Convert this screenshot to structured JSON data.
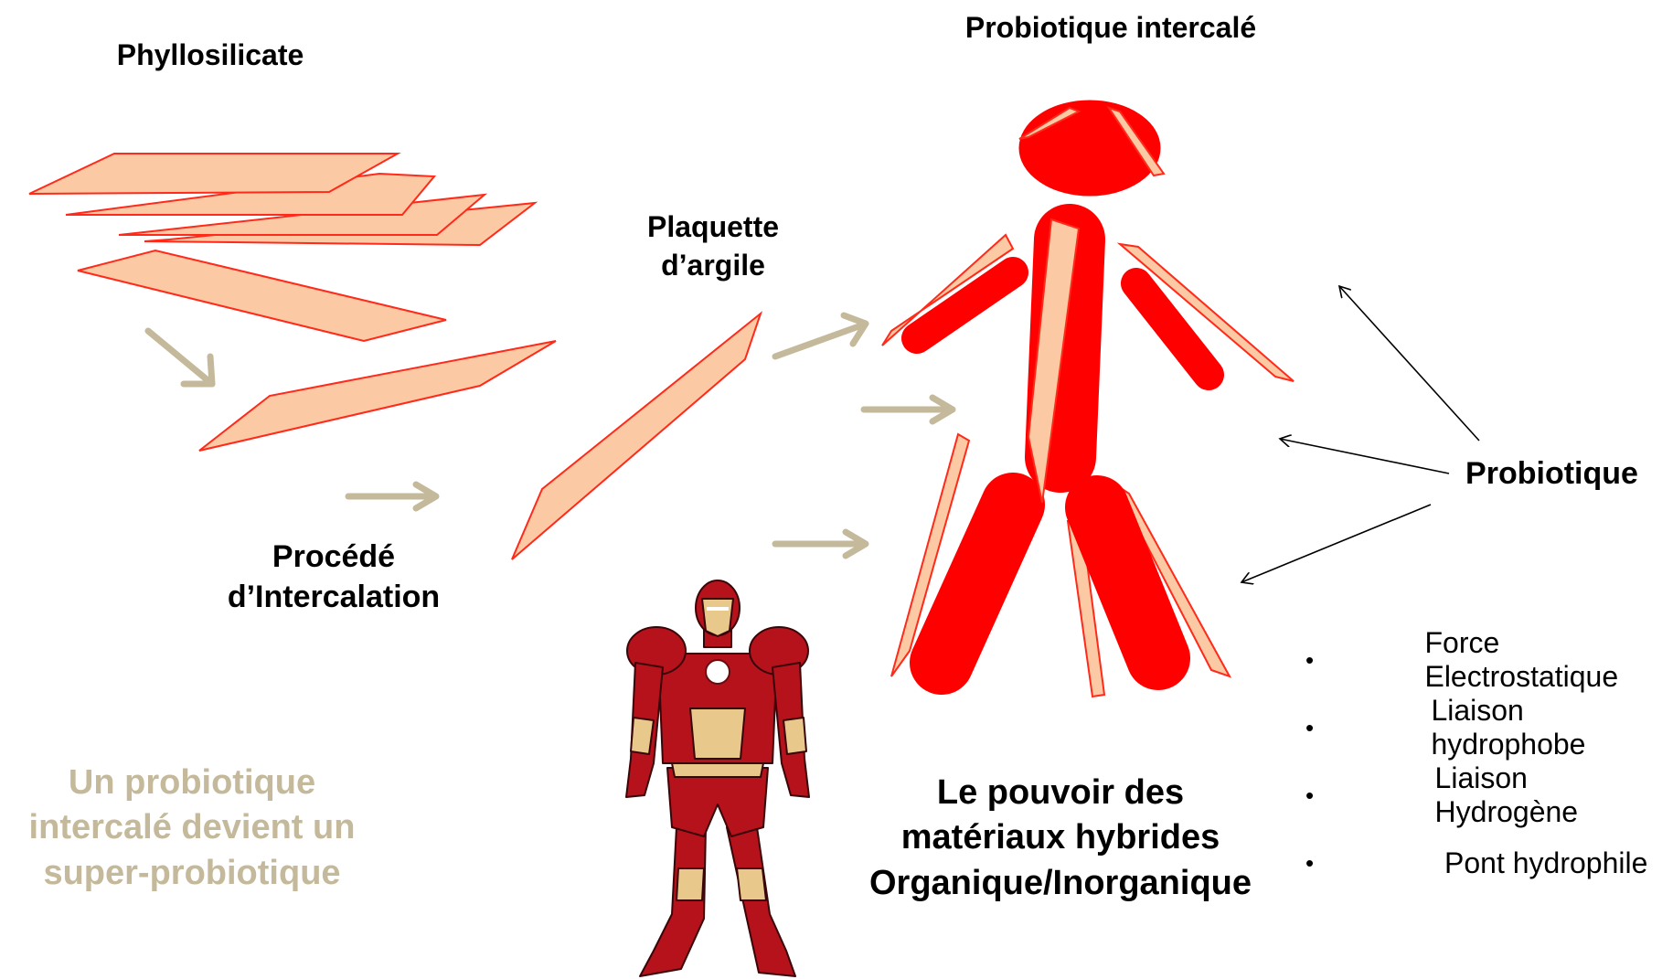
{
  "labels": {
    "phyllosilicate": "Phyllosilicate",
    "probiotique_intercale": "Probiotique intercalé",
    "plaquette_line1": "Plaquette",
    "plaquette_line2": "d’argile",
    "procede_line1": "Procédé",
    "procede_line2": "d’Intercalation",
    "probiotique": "Probiotique",
    "tagline_line1": "Un probiotique",
    "tagline_line2": "intercalé devient un",
    "tagline_line3": "super-probiotique",
    "pouvoir_line1": "Le pouvoir des",
    "pouvoir_line2": "matériaux hybrides",
    "pouvoir_line3": "Organique/Inorganique"
  },
  "bullets": {
    "marker": "•",
    "items": [
      "Force Electrostatique",
      "Liaison hydrophobe",
      "Liaison Hydrogène",
      "Pont hydrophile"
    ]
  },
  "colors": {
    "platelet_fill": "#fbc9a3",
    "platelet_stroke": "#ff2a1a",
    "body_red": "#ff0000",
    "arrow_tan": "#c4b99a",
    "tagline": "#c4b99a",
    "armor_red": "#b5121b",
    "armor_gold": "#e9c98b"
  },
  "icons": [
    "clay-platelet-stack",
    "intercalation-arrow",
    "probiotic-figure",
    "iron-man-figure",
    "pointer-arrow"
  ]
}
